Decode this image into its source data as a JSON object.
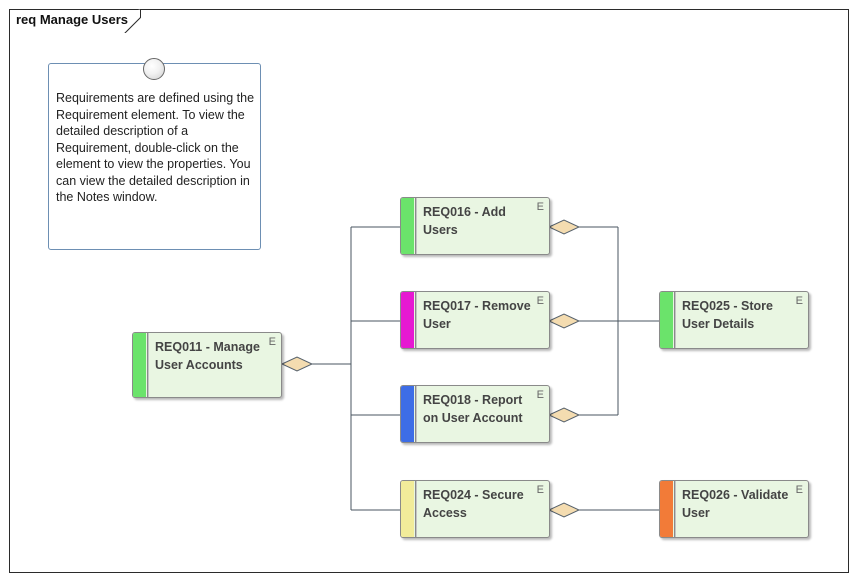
{
  "diagram": {
    "title": "req Manage Users",
    "note": "Requirements are defined using the Requirement element.  To view the detailed description of a Requirement, double-click on the element to view the properties. You can view the detailed description in the Notes window.",
    "element_marker": "E",
    "requirements": [
      {
        "id": "req011",
        "label": "REQ011 - Manage User Accounts",
        "color": "#6be36b"
      },
      {
        "id": "req016",
        "label": "REQ016 - Add Users",
        "color": "#6be36b"
      },
      {
        "id": "req017",
        "label": "REQ017 - Remove User",
        "color": "#e619d2"
      },
      {
        "id": "req018",
        "label": "REQ018 - Report on User Account",
        "color": "#3d6de6"
      },
      {
        "id": "req024",
        "label": "REQ024 - Secure Access",
        "color": "#f2ec9a"
      },
      {
        "id": "req025",
        "label": "REQ025 - Store User Details",
        "color": "#6be36b"
      },
      {
        "id": "req026",
        "label": "REQ026 - Validate User",
        "color": "#f27b38"
      }
    ]
  }
}
